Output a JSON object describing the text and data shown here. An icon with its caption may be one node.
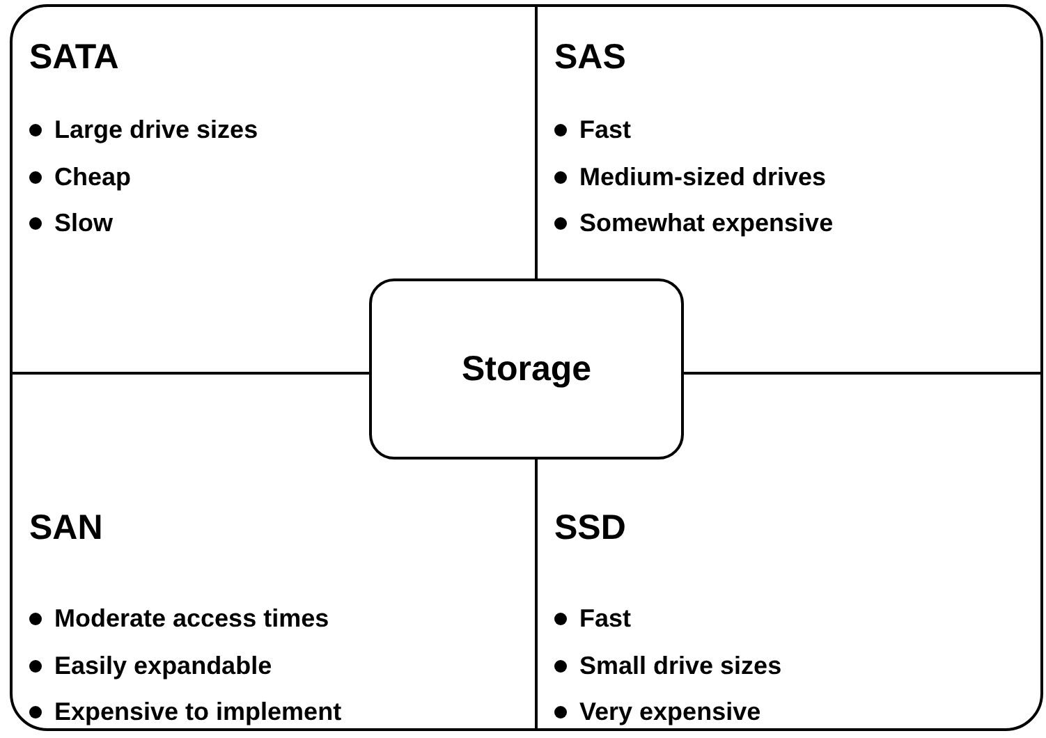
{
  "diagram": {
    "nodes": [
      {
        "text": [],
        "shape": "box"
      },
      {
        "text": [
          "SATA",
          "Large drive sizes",
          "Cheap",
          "Slow"
        ],
        "in": 0
      },
      {
        "text": [
          "SAS",
          "Fast",
          "Medium-sized drives",
          "Somewhat expensive"
        ],
        "in": 0
      },
      {
        "text": [
          "Storage"
        ],
        "in": 0
      },
      {
        "text": [
          "SAN",
          "Moderate access times",
          "Easily expandable",
          "Expensive to implement"
        ],
        "in": 0
      },
      {
        "text": [
          "SSD",
          "Fast",
          "Small drive sizes",
          "Very expensive"
        ],
        "in": 0
      }
    ]
  }
}
